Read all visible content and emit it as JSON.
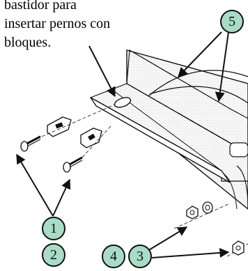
{
  "caption": {
    "lines": [
      "bastidor para",
      "insertar pernos con",
      "bloques."
    ]
  },
  "callouts": {
    "c1": "1",
    "c2": "2",
    "c3": "3",
    "c4": "4",
    "c5": "5"
  },
  "colors": {
    "callout_fill": "#a8dcc6",
    "stroke": "#111111"
  }
}
